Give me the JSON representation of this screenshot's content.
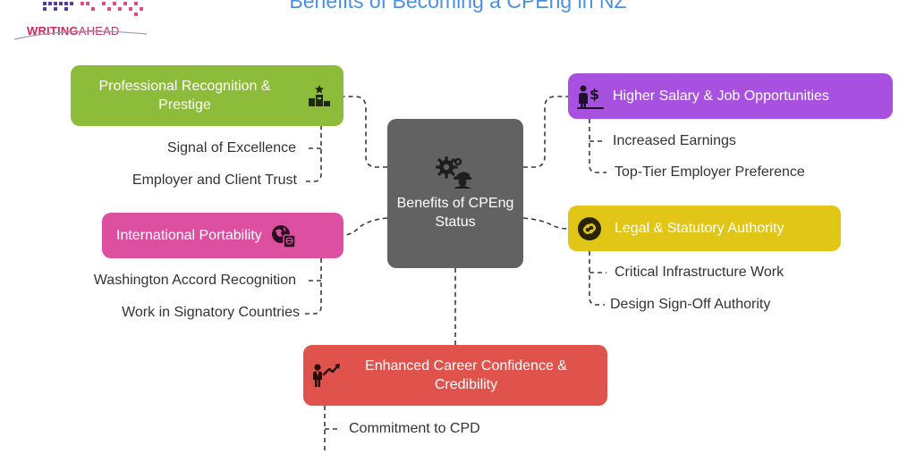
{
  "header": {
    "title": "Benefits of Becoming a CPEng in NZ",
    "logo_text_bold": "WRITING",
    "logo_text_light": "AHEAD"
  },
  "center": {
    "label": "Benefits of CPEng Status",
    "icon": "gears-worker-icon"
  },
  "branches": [
    {
      "id": "professional",
      "label": "Professional Recognition & Prestige",
      "color": "#8dbb3a",
      "icon": "podium-icon",
      "children": [
        "Signal of Excellence",
        "Employer and Client Trust"
      ]
    },
    {
      "id": "international",
      "label": "International Portability",
      "color": "#dd4fa0",
      "icon": "globe-passport-icon",
      "children": [
        "Washington Accord Recognition",
        "Work in Signatory Countries"
      ]
    },
    {
      "id": "salary",
      "label": "Higher Salary & Job Opportunities",
      "color": "#a851e0",
      "icon": "person-dollar-icon",
      "children": [
        "Increased Earnings",
        "Top-Tier Employer Preference"
      ]
    },
    {
      "id": "legal",
      "label": "Legal & Statutory Authority",
      "color": "#e2c617",
      "icon": "chain-link-icon",
      "children": [
        "Critical Infrastructure Work",
        "Design Sign-Off Authority"
      ]
    },
    {
      "id": "career",
      "label": "Enhanced Career Confidence & Credibility",
      "color": "#e0524c",
      "icon": "person-growth-icon",
      "children": [
        "Commitment to CPD"
      ]
    }
  ]
}
